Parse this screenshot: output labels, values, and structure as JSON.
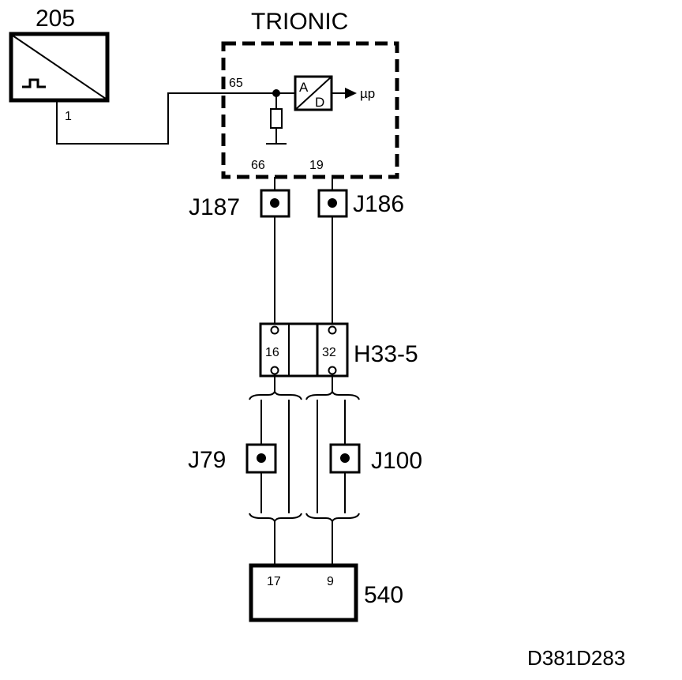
{
  "components": {
    "sensor": {
      "id": "205",
      "pin": "1"
    },
    "ecu": {
      "name": "TRIONIC",
      "pin_in": "65",
      "adc_a": "A",
      "adc_d": "D",
      "output": "µp",
      "pin_left": "66",
      "pin_right": "19"
    },
    "junctions": {
      "j187": "J187",
      "j186": "J186",
      "j79": "J79",
      "j100": "J100"
    },
    "connector": {
      "id": "H33-5",
      "pin_left": "16",
      "pin_right": "32"
    },
    "unit540": {
      "id": "540",
      "pin_left": "17",
      "pin_right": "9"
    }
  },
  "diagram_code": "D381D283"
}
